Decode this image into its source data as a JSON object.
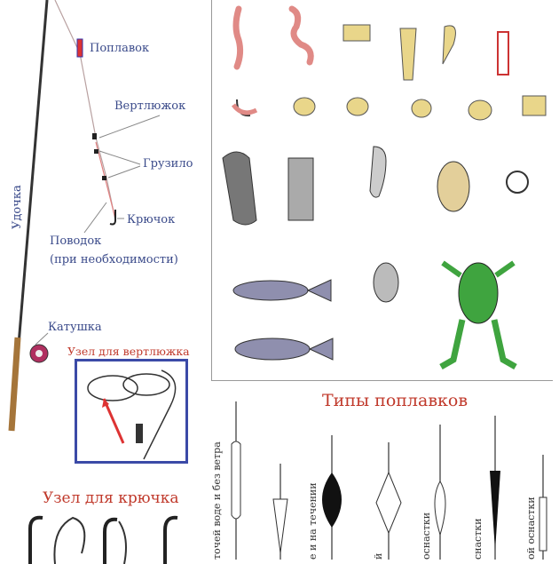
{
  "rod_diagram": {
    "labels": {
      "float": "Поплавок",
      "swivel": "Вертлюжок",
      "sinker": "Грузило",
      "hook": "Крючок",
      "leader": "Поводок",
      "leader_note": "(при необходимости)",
      "rod": "Удочка",
      "reel": "Катушка"
    }
  },
  "knots": {
    "swivel_knot_title": "Узел для вертлюжка",
    "hook_knot_title": "Узел для крючка"
  },
  "floats": {
    "title": "Типы поплавков",
    "captions": [
      "точей воде и без ветра",
      "е и на течении",
      "й",
      "оснастки",
      "снастки",
      "ой оснастки"
    ]
  },
  "colors": {
    "label_blue": "#3a4a8a",
    "title_red": "#c0392b",
    "box_blue": "#3b4aa7"
  }
}
